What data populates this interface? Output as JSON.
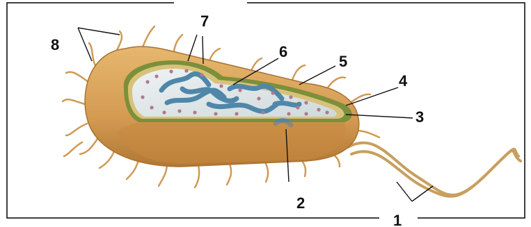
{
  "figure": {
    "labels": {
      "l1": "1",
      "l2": "2",
      "l3": "3",
      "l4": "4",
      "l5": "5",
      "l6": "6",
      "l7": "7",
      "l8": "8"
    },
    "colors": {
      "frame": "#111111",
      "capsule": "#d9a35a",
      "capsule_dark": "#b57c36",
      "cell_wall": "#7c8f3a",
      "membrane": "#c9b36a",
      "cytoplasm": "#dfe6e8",
      "nucleoid": "#4d86a8",
      "ribosome": "#b07a8e",
      "pili": "#cf9a55",
      "flagellum": "#c7a060"
    }
  }
}
